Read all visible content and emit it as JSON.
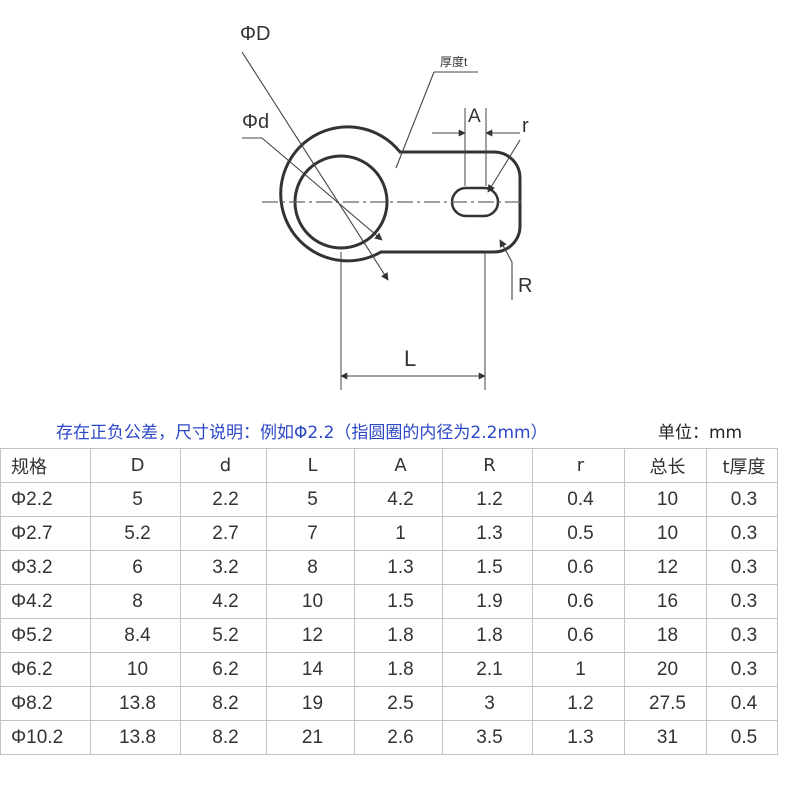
{
  "drawing": {
    "labels": {
      "outer_diameter": "ΦD",
      "inner_diameter": "Φd",
      "thickness": "厚度t",
      "a": "A",
      "r_small": "r",
      "r_large": "R",
      "length": "L"
    }
  },
  "note": "存在正负公差，尺寸说明：例如Φ2.2（指圆圈的内径为2.2mm）",
  "unit": "单位：mm",
  "table": {
    "headers": [
      "规格",
      "D",
      "d",
      "L",
      "A",
      "R",
      "r",
      "总长",
      "t厚度"
    ],
    "rows": [
      [
        "Φ2.2",
        "5",
        "2.2",
        "5",
        "4.2",
        "1.2",
        "0.4",
        "10",
        "0.3"
      ],
      [
        "Φ2.7",
        "5.2",
        "2.7",
        "7",
        "1",
        "1.3",
        "0.5",
        "10",
        "0.3"
      ],
      [
        "Φ3.2",
        "6",
        "3.2",
        "8",
        "1.3",
        "1.5",
        "0.6",
        "12",
        "0.3"
      ],
      [
        "Φ4.2",
        "8",
        "4.2",
        "10",
        "1.5",
        "1.9",
        "0.6",
        "16",
        "0.3"
      ],
      [
        "Φ5.2",
        "8.4",
        "5.2",
        "12",
        "1.8",
        "1.8",
        "0.6",
        "18",
        "0.3"
      ],
      [
        "Φ6.2",
        "10",
        "6.2",
        "14",
        "1.8",
        "2.1",
        "1",
        "20",
        "0.3"
      ],
      [
        "Φ8.2",
        "13.8",
        "8.2",
        "19",
        "2.5",
        "3",
        "1.2",
        "27.5",
        "0.4"
      ],
      [
        "Φ10.2",
        "13.8",
        "8.2",
        "21",
        "2.6",
        "3.5",
        "1.3",
        "31",
        "0.5"
      ]
    ]
  },
  "colors": {
    "note_text": "#2c47c8",
    "line": "#333333",
    "grid": "#c4c4c4"
  }
}
